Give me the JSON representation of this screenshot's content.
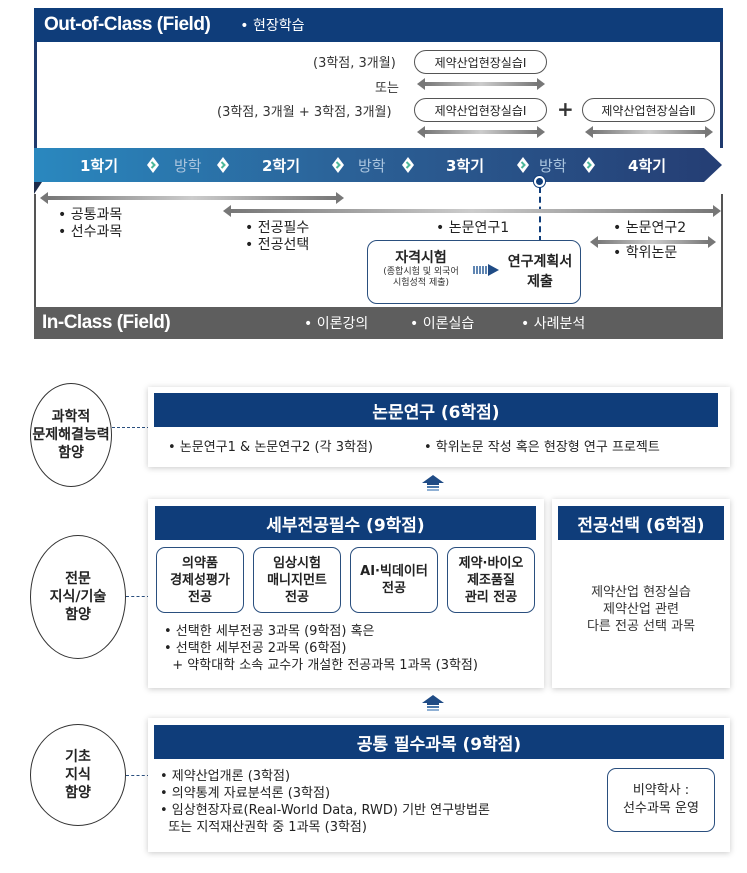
{
  "out_class": {
    "title": "Out-of-Class (Field)",
    "bullet": "• 현장학습",
    "option1_label": "(3학점, 3개월)",
    "or_label": "또는",
    "option2_label": "(3학점, 3개월 + 3학점, 3개월)",
    "course1": "제약산업현장실습Ⅰ",
    "course1b": "제약산업현장실습Ⅰ",
    "plus": "+",
    "course2": "제약산업현장실습Ⅱ"
  },
  "timeline": {
    "semesters": [
      "1학기",
      "2학기",
      "3학기",
      "4학기"
    ],
    "vacations": [
      "방학",
      "방학",
      "방학"
    ],
    "colors": {
      "start": "#2a88bf",
      "end": "#253f75",
      "chevron": "#4db89a"
    }
  },
  "courses_timeline": {
    "col1": [
      "• 공통과목",
      "• 선수과목"
    ],
    "col2": [
      "• 전공필수",
      "• 전공선택"
    ],
    "col3": [
      "• 논문연구1"
    ],
    "col4": [
      "• 논문연구2",
      "• 학위논문"
    ]
  },
  "exam": {
    "title": "자격시험",
    "sub1": "(종합시험 및 외국어",
    "sub2": "시험성적 제출)",
    "result1": "연구계획서",
    "result2": "제출"
  },
  "in_class": {
    "title": "In-Class (Field)",
    "items": [
      "• 이론강의",
      "• 이론실습",
      "• 사례분석"
    ]
  },
  "tiers": {
    "research": {
      "circle": [
        "과학적",
        "문제해결능력",
        "함양"
      ],
      "title": "논문연구 (6학점)",
      "bullets": [
        "• 논문연구1 & 논문연구2 (각 3학점)",
        "• 학위논문 작성 혹은 현장형 연구 프로젝트"
      ]
    },
    "major": {
      "circle": [
        "전문",
        "지식/기술",
        "함양"
      ],
      "title": "세부전공필수 (9학점)",
      "specialties": [
        [
          "의약품",
          "경제성평가",
          "전공"
        ],
        [
          "임상시험",
          "매니지먼트",
          "전공"
        ],
        [
          "AI·빅데이터",
          "전공"
        ],
        [
          "제약·바이오",
          "제조품질",
          "관리 전공"
        ]
      ],
      "bullets": [
        "• 선택한 세부전공 3과목 (9학점) 혹은",
        "• 선택한 세부전공 2과목 (6학점)",
        "  + 약학대학 소속 교수가 개설한 전공과목 1과목 (3학점)"
      ],
      "elective_title": "전공선택 (6학점)",
      "elective_lines": [
        "제약산업 현장실습",
        "제약산업 관련",
        "다른 전공 선택 과목"
      ]
    },
    "basic": {
      "circle": [
        "기초",
        "지식",
        "함양"
      ],
      "title": "공통 필수과목 (9학점)",
      "bullets": [
        "• 제약산업개론 (3학점)",
        "• 의약통계 자료분석론 (3학점)",
        "• 임상현장자료(Real-World Data, RWD) 기반 연구방법론",
        "  또는 지적재산권학 중 1과목 (3학점)"
      ],
      "note": [
        "비약학사 :",
        "선수과목 운영"
      ]
    }
  },
  "colors": {
    "navy": "#0f3d7a",
    "gray_bar": "#5e5e5e"
  }
}
